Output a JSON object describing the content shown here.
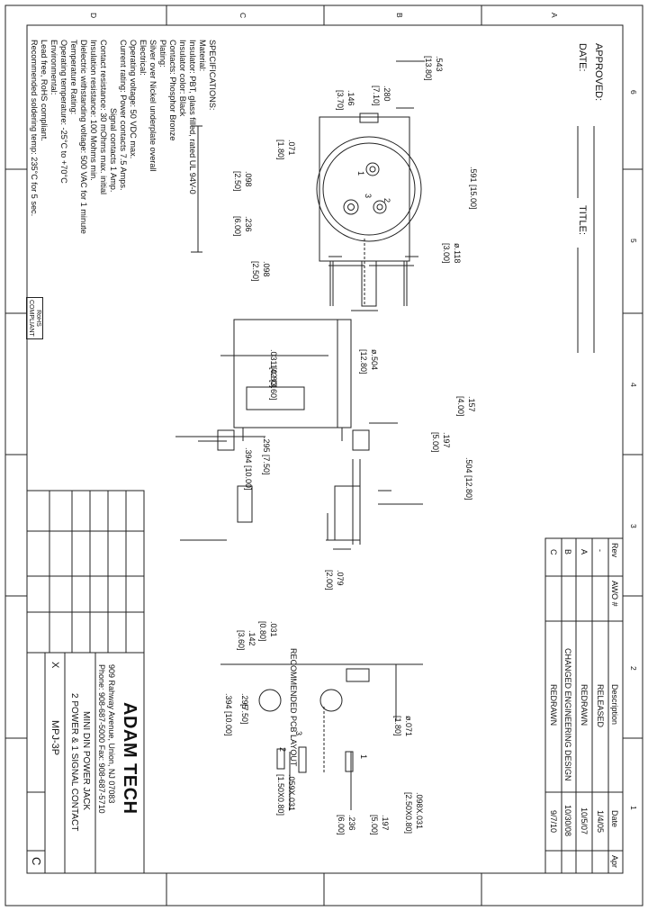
{
  "approvals": {
    "approved": "APPROVED:",
    "date": "DATE:",
    "title": "TITLE:"
  },
  "specs": [
    "SPECIFICATIONS:",
    "Material:",
    "Insulator: PBT, glass filled, rated UL 94V-0",
    "Insulator color: Black",
    "Contacts: Phosphor Bronze",
    "Plating:",
    "Silver over Nickel underplate overall",
    "Electrical:",
    "Operating voltage: 50 VDC max.",
    "Current rating: Power contacts 7.5 Amps.",
    "Signal contacts 1 Amp.",
    "Contact resistance: 30 mOhms max. initial",
    "Insulation resistance: 100 Mohms min.",
    "Dielectric withstanding voltage: 500 VAC for 1 minute",
    "Temperature Rating:",
    "Operating temperature: -25°C to +70°C",
    "Environmental:",
    "Lead free, RoHS compliant.",
    "Recommended soldering temp: 235°C for 5 sec."
  ],
  "rohs": {
    "line1": "RoHS",
    "line2": "COMPLIANT"
  },
  "front_view": {
    "dims": [
      ".543",
      "[13.80]",
      ".280",
      "[7.10]",
      ".146",
      "[3.70]",
      ".071",
      "[1.80]",
      ".098",
      "[2.50]",
      ".591 [15.00]",
      "ø.118",
      "[3.00]",
      ".236",
      "[6.00]",
      ".098",
      "[2.50]"
    ],
    "pins": [
      "1",
      "2",
      "3"
    ]
  },
  "side_view": {
    "dims": [
      "ø.504",
      "[12.80]",
      ".031 [0.80]",
      ".142 [3.60]",
      ".157",
      "[4.00]",
      ".197",
      "[5.00]",
      ".504 [12.80]",
      ".295 [7.50]",
      ".394 [10.00]",
      ".079",
      "[2.00]"
    ]
  },
  "pcb_layout": {
    "title": "RECOMMENDED PCB LAYOUT",
    "dims": [
      ".031",
      "[0.80]",
      ".142",
      "[3.60]",
      ".295",
      "[7.50]",
      ".394 [10.00]",
      "ø.071",
      "[1.80]",
      ".098X.031",
      "[2.50X0.80]",
      ".059X.031",
      "[1.50X0.80]",
      ".197",
      "[5.00]",
      ".236",
      "[6.00]"
    ],
    "pins": [
      "1",
      "2",
      "3"
    ]
  },
  "revisions": {
    "headers": [
      "Rev",
      "AWO #",
      "Description",
      "Date",
      "Apr"
    ],
    "rows": [
      [
        "-",
        "",
        "RELEASED",
        "1/4/05",
        ""
      ],
      [
        "A",
        "",
        "REDRAWN",
        "10/5/07",
        ""
      ],
      [
        "B",
        "",
        "CHANGED ENGINEERING DESIGN",
        "10/30/08",
        ""
      ],
      [
        "C",
        "",
        "REDRAWN",
        "9/7/10",
        ""
      ]
    ]
  },
  "title_block": {
    "company": "ADAM TECH",
    "address": "909 Rahway Avenue, Union, NJ 07083",
    "phone": "Phone: 908-687-5000 Fax: 908-687-5710",
    "title_line1": "MINI DIN POWER JACK",
    "title_line2": "2 POWER & 1 SIGNAL CONTACT",
    "part_no": "MPJ-3P",
    "rev": "C",
    "x": "X"
  },
  "grid": {
    "numbers": [
      "6",
      "5",
      "4",
      "3",
      "2",
      "1"
    ],
    "letters": [
      "A",
      "B",
      "C",
      "D"
    ]
  }
}
